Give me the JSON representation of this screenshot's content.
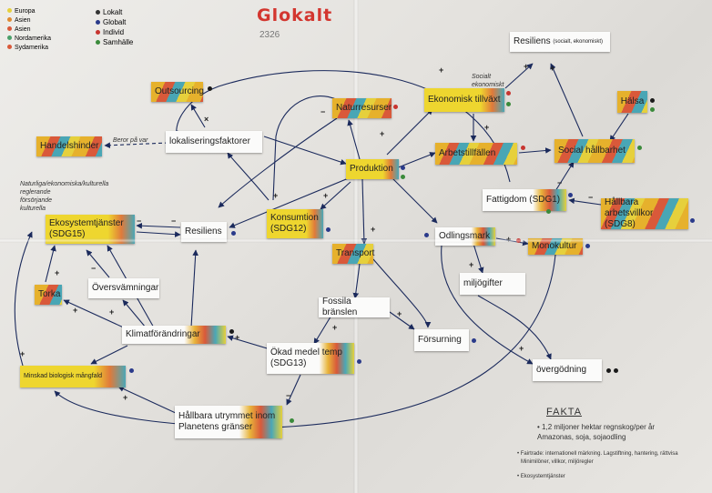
{
  "title": "Glokalt",
  "subtitle": "2326",
  "legend_left": [
    {
      "label": "Europa",
      "color": "#e6d03c"
    },
    {
      "label": "Asien",
      "color": "#e08a30"
    },
    {
      "label": "Asien",
      "color": "#d9593a"
    },
    {
      "label": "Nordamerika",
      "color": "#4aa06a"
    },
    {
      "label": "Sydamerika",
      "color": "#d9593a"
    }
  ],
  "legend_right": [
    {
      "label": "Lokalt",
      "color": "#333333"
    },
    {
      "label": "Globalt",
      "color": "#2a3a8a"
    },
    {
      "label": "Individ",
      "color": "#c7342f"
    },
    {
      "label": "Samhälle",
      "color": "#3a8a3a"
    }
  ],
  "nodes": {
    "resiliens_top": "Resiliens",
    "resiliens_top_note": "(socialt, ekonomiskt)",
    "outsourcing": "Outsourcing",
    "naturresurser": "Naturresurser",
    "ekonomisk_tillvaxt": "Ekonomisk tillväxt",
    "halsa": "Hälsa",
    "handelshinder": "Handelshinder",
    "lokaliseringsfaktorer": "lokaliseringsfaktorer",
    "produktion": "Produktion",
    "arbetstillfallen": "Arbetstillfällen",
    "social_hallbarhet": "Social hållbarhet",
    "fattigdom": "Fattigdom (SDG1)",
    "hallbara_arbetsvillkor_1": "Hållbara arbetsvillkor",
    "hallbara_arbetsvillkor_2": "(SDG8)",
    "ekosystemtjanster_1": "Ekosystemtjänster",
    "ekosystemtjanster_2": "(SDG15)",
    "resiliens_mid": "Resiliens",
    "konsumtion_1": "Konsumtion",
    "konsumtion_2": "(SDG12)",
    "transport": "Transport",
    "odlingsmark": "Odlingsmark",
    "monokultur": "Monokultur",
    "torka": "Torka",
    "oversvamningar": "Översvämningar",
    "miljogifter": "miljögifter",
    "fossila_branslen": "Fossila bränslen",
    "klimatforandringar": "Klimatförändringar",
    "forsurning": "Försurning",
    "okad_medeltemp_1": "Ökad medel temp",
    "okad_medeltemp_2": "(SDG13)",
    "overgodning": "övergödning",
    "minskad_biologisk": "Minskad biologisk mångfald",
    "hallbara_utrymmet_1": "Hållbara utrymmet inom",
    "hallbara_utrymmet_2": "Planetens gränser"
  },
  "annotations": {
    "beror_pa_var": "Beror på var",
    "note_ekosystem_1": "Naturliga/ekonomiska/kulturella",
    "note_ekosystem_2": "reglerande",
    "note_ekosystem_3": "försörjande",
    "note_ekosystem_4": "kulturella",
    "note_tillvaxt": "Socialt ekonomiskt",
    "fakta_title": "FAKTA",
    "fakta_line1": "• 1,2 miljoner hektar regnskog/per år",
    "fakta_line2": "Amazonas, soja, sojaodling",
    "fakta_line3": "• Fairtrade: internationell märkning. Lagstiftning, hantering, rättvisa",
    "fakta_line4": "Minimilöner, villkor, miljöregler",
    "fakta_line5": "• Ekosystemtjänster"
  },
  "signs": [
    "+",
    "−",
    "×"
  ]
}
